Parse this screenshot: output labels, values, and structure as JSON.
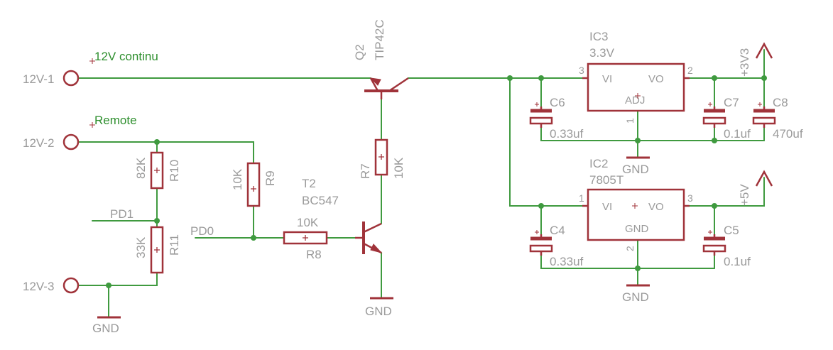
{
  "connectors": {
    "j1": "12V-1",
    "j2": "12V-2",
    "j3": "12V-3"
  },
  "nets": {
    "continu": "12V continu",
    "remote": "Remote",
    "pd1": "PD1",
    "pd0": "PD0"
  },
  "q2": {
    "name": "Q2",
    "value": "TIP42C"
  },
  "t2": {
    "name": "T2",
    "value": "BC547"
  },
  "r7": {
    "name": "R7",
    "value": "10K"
  },
  "r8": {
    "name": "R8",
    "value": "10K"
  },
  "r9": {
    "name": "R9",
    "value": "10K"
  },
  "r10": {
    "name": "R10",
    "value": "82K"
  },
  "r11": {
    "name": "R11",
    "value": "33K"
  },
  "ic3": {
    "name": "IC3",
    "value": "3.3V",
    "vi": "VI",
    "vo": "VO",
    "adj": "ADJ",
    "pin_in": "3",
    "pin_out": "2",
    "pin_adj": "1"
  },
  "ic2": {
    "name": "IC2",
    "value": "7805T",
    "vi": "VI",
    "vo": "VO",
    "gnd": "GND",
    "pin_in": "1",
    "pin_out": "3",
    "pin_gnd": "2"
  },
  "c6": {
    "name": "C6",
    "value": "0.33uf"
  },
  "c7": {
    "name": "C7",
    "value": "0.1uf"
  },
  "c8": {
    "name": "C8",
    "value": "470uf"
  },
  "c4": {
    "name": "C4",
    "value": "0.33uf"
  },
  "c5": {
    "name": "C5",
    "value": "0.1uf"
  },
  "supplies": {
    "v33": "+3V3",
    "v5": "+5V"
  },
  "gnd_label": "GND",
  "colors": {
    "wire": "#3f9a3f",
    "component": "#a0333a",
    "text": "#9a9a9a",
    "net_label": "#2e8f2e"
  }
}
